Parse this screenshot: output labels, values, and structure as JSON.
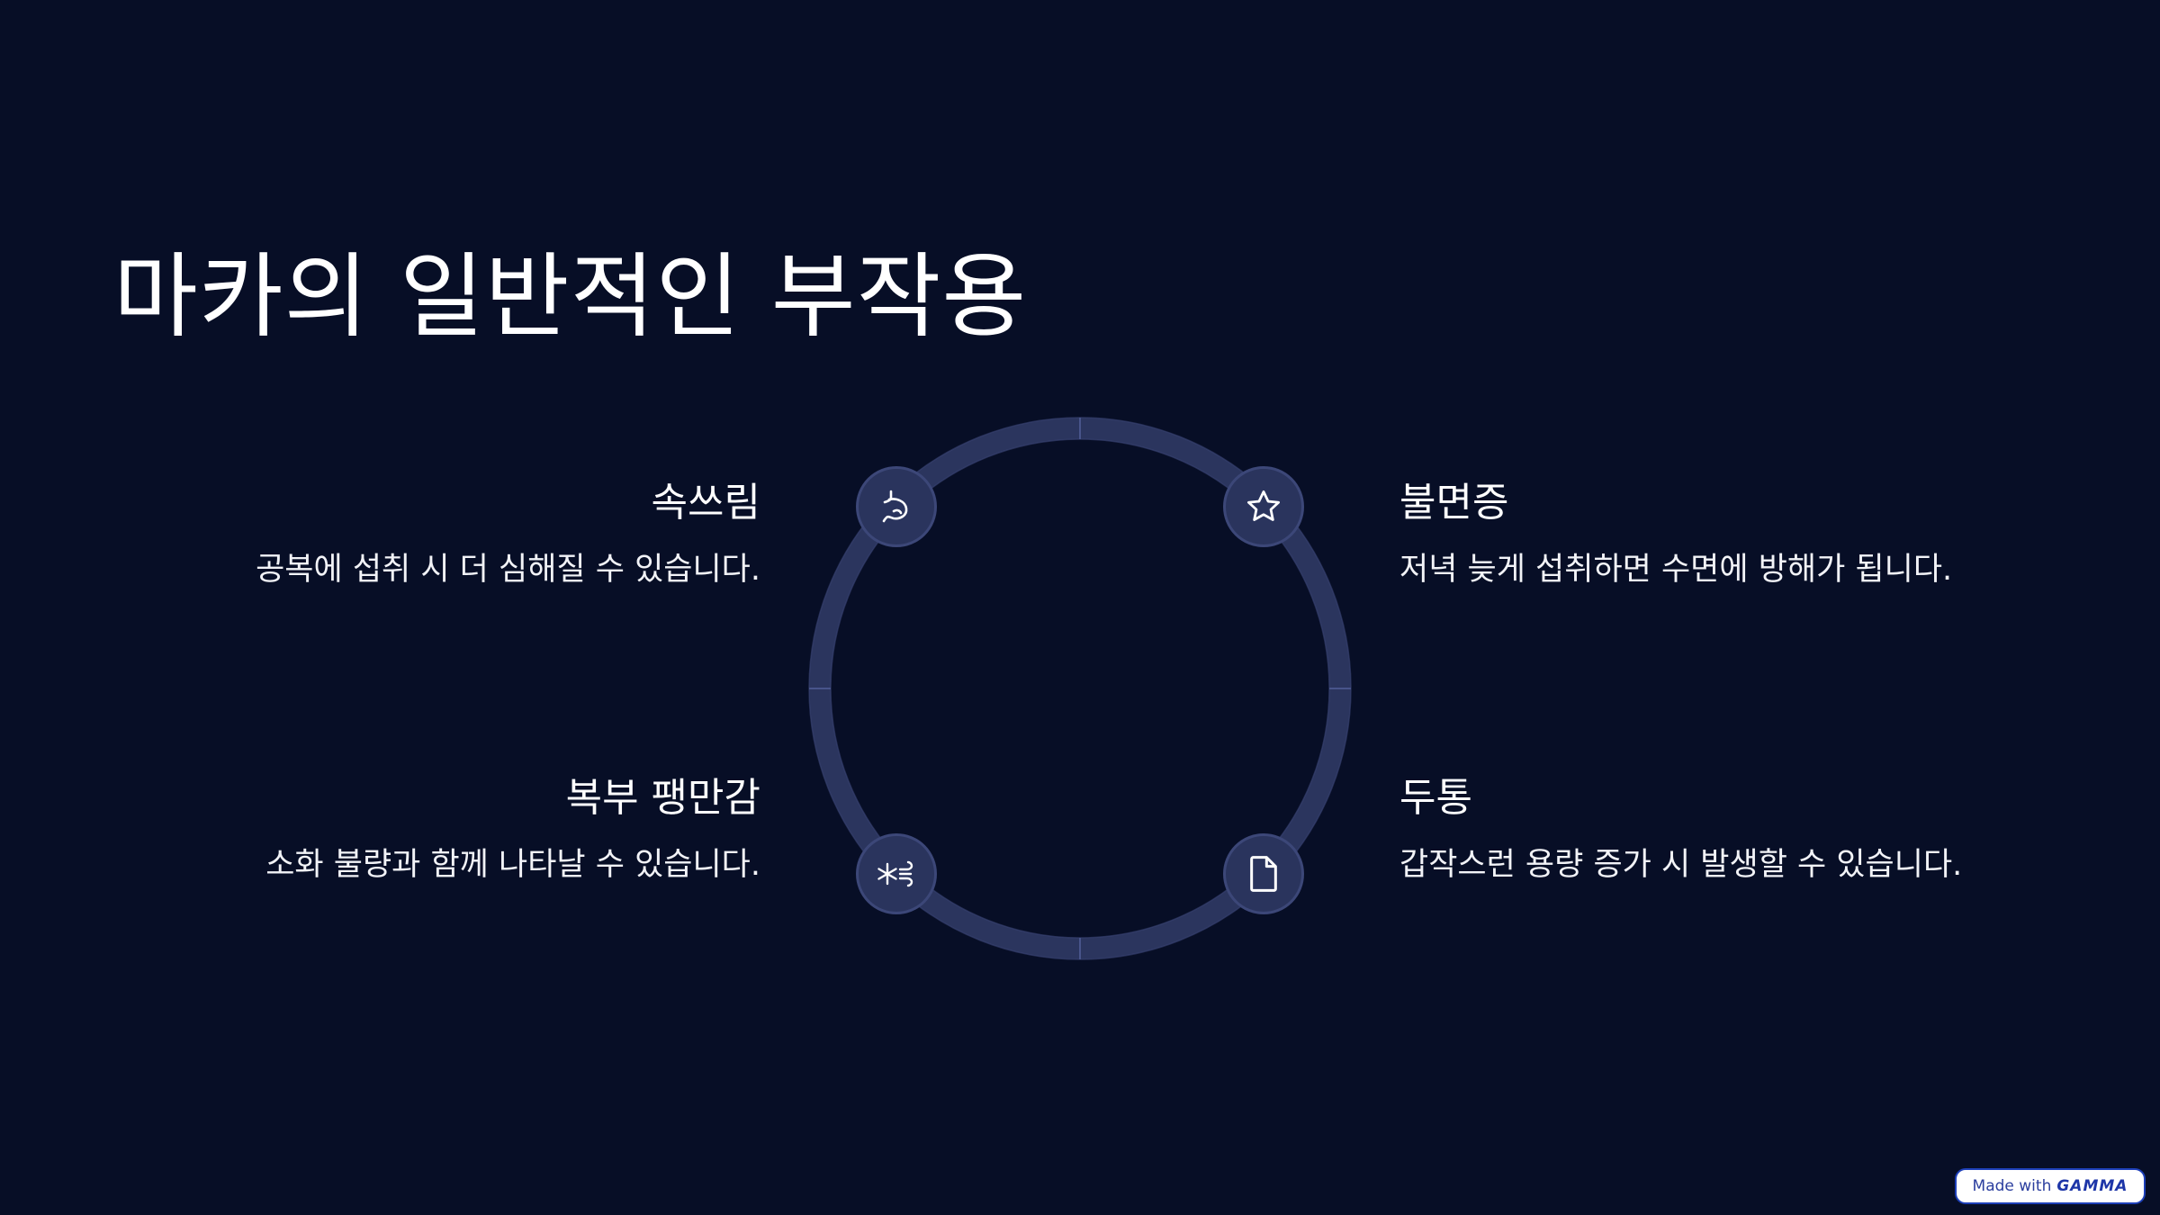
{
  "slide": {
    "title": "마카의 일반적인 부작용",
    "items": [
      {
        "title": "속쓰림",
        "desc": "공복에 섭취 시 더 심해질 수 있습니다.",
        "icon": "stomach-icon"
      },
      {
        "title": "불면증",
        "desc": "저녁 늦게 섭취하면 수면에 방해가 됩니다.",
        "icon": "star-icon"
      },
      {
        "title": "복부 팽만감",
        "desc": "소화 불량과 함께 나타날 수 있습니다.",
        "icon": "snowflake-wind-icon"
      },
      {
        "title": "두통",
        "desc": "갑작스런 용량 증가 시 발생할 수 있습니다.",
        "icon": "document-icon"
      }
    ]
  },
  "badge": {
    "made_with": "Made with",
    "brand": "GAMMA"
  },
  "colors": {
    "background": "#070e26",
    "ring": "#2b355e",
    "icon_bg": "#2a345d",
    "text": "#ffffff"
  }
}
